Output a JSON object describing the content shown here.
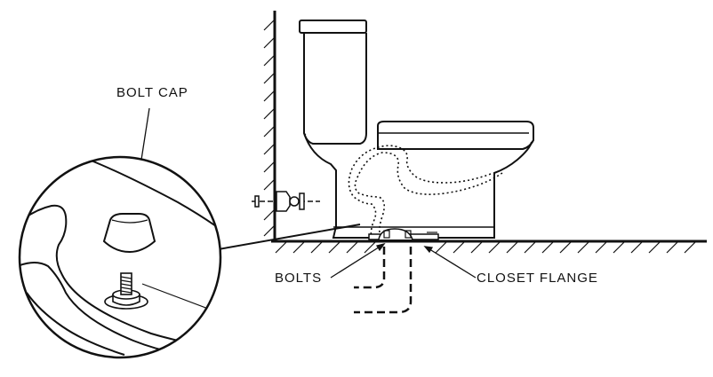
{
  "labels": {
    "bolt_cap": "BOLT CAP",
    "bolts": "BOLTS",
    "closet_flange": "CLOSET FLANGE"
  },
  "colors": {
    "ink": "#111111",
    "background": "#ffffff"
  }
}
